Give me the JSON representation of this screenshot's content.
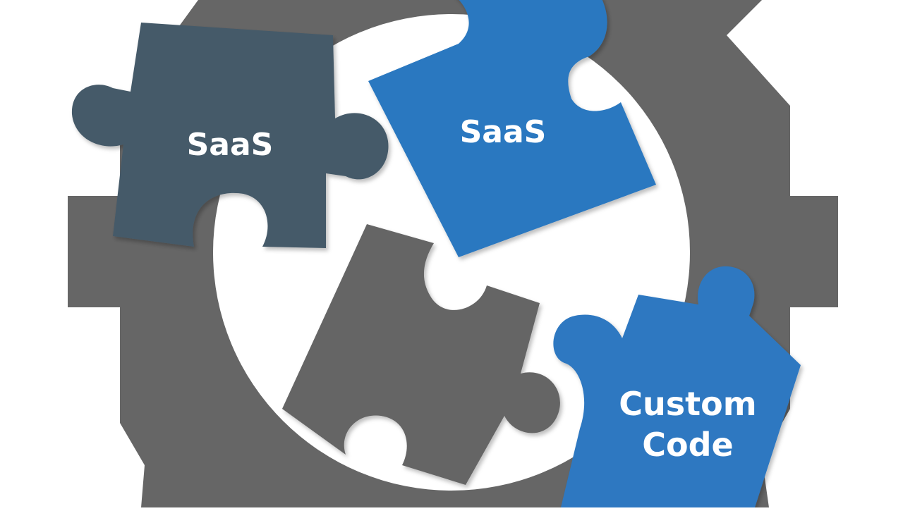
{
  "colors": {
    "background": "#ffffff",
    "gear": "#666666",
    "piece_dark_slate": "#455a69",
    "piece_blue": "#2b78c0",
    "piece_gray": "#656565",
    "piece_blue_2": "#2d78c1",
    "label": "#ffffff"
  },
  "pieces": {
    "saas_dark": {
      "label": "SaaS",
      "color_key": "piece_dark_slate"
    },
    "saas_blue": {
      "label": "SaaS",
      "color_key": "piece_blue"
    },
    "custom": {
      "label_line1": "Custom",
      "label_line2": "Code",
      "color_key": "piece_blue_2"
    },
    "gray": {
      "color_key": "piece_gray"
    }
  }
}
